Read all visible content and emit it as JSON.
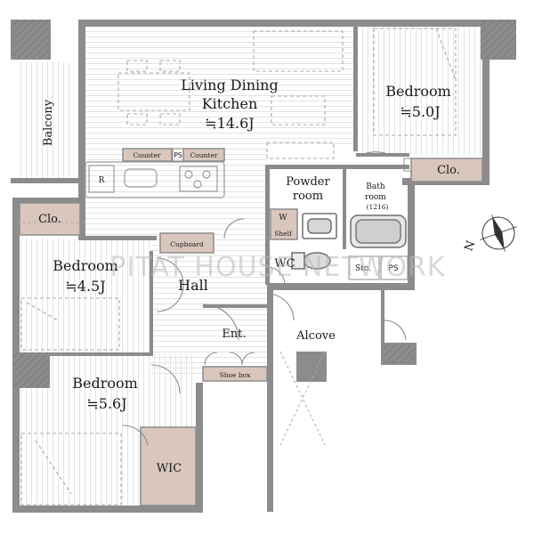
{
  "colors": {
    "wall": "#8c8c8c",
    "wall_dark": "#6e6e6e",
    "storage_fill": "#d9c7bd",
    "floor_line": "#dcdcdc",
    "furniture": "#9a9a9a"
  },
  "rooms": {
    "ldk_name": "Living Dining",
    "ldk_name2": "Kitchen",
    "ldk_size": "≒14.6J",
    "bed_ne_name": "Bedroom",
    "bed_ne_size": "≒5.0J",
    "bed_w_name": "Bedroom",
    "bed_w_size": "≒4.5J",
    "bed_sw_name": "Bedroom",
    "bed_sw_size": "≒5.6J",
    "powder_line1": "Powder",
    "powder_line2": "room",
    "bath_line1": "Bath",
    "bath_line2": "room",
    "bath_size": "(1216)",
    "hall": "Hall",
    "entrance": "Ent.",
    "alcove": "Alcove",
    "balcony": "Balcony",
    "wc": "WC",
    "sto": "Sto.",
    "ps_utility": "PS",
    "ps_kitchen": "PS"
  },
  "storage": {
    "clo_ne": "Clo.",
    "clo_w": "Clo.",
    "wic": "WIC",
    "cupboard": "Cupboard",
    "shoe_box": "Shoe box",
    "washer": "W",
    "shelf": "Shelf"
  },
  "kitchen": {
    "counter1": "Counter",
    "counter2": "Counter",
    "fridge": "R"
  },
  "watermark": "PITAT HOUSE NETWORK",
  "compass": {
    "north_label": "N"
  }
}
